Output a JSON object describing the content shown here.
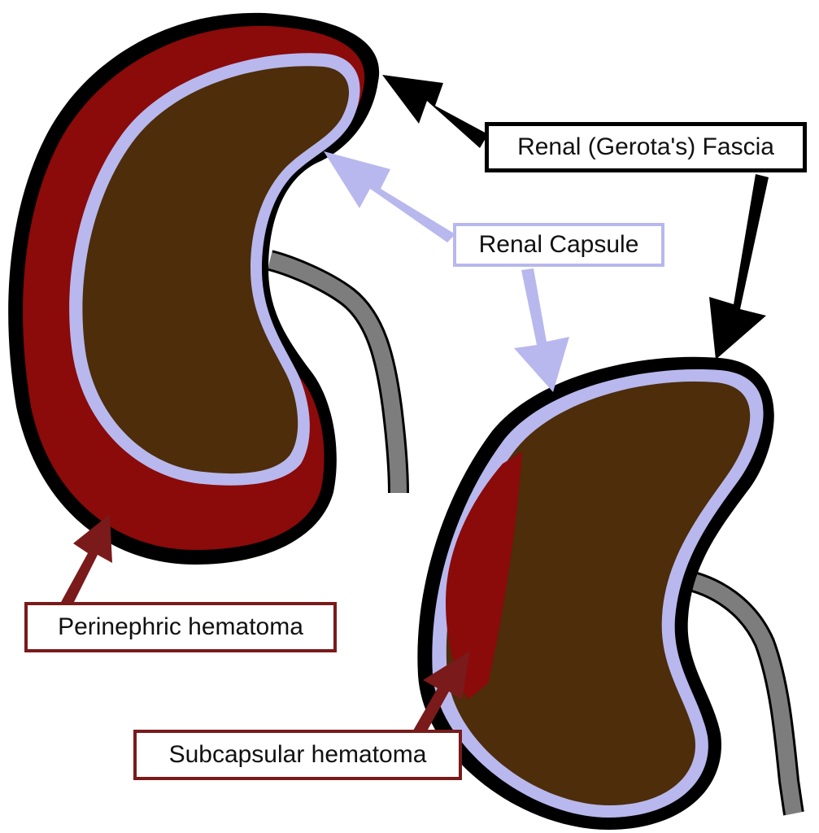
{
  "colors": {
    "fascia": "#000000",
    "capsule": "#b8b8ee",
    "hematoma": "#8b0a0a",
    "kidney": "#4d2d0a",
    "ureter": "#7d7d7d",
    "label_border_hematoma": "#7a1a1a"
  },
  "labels": {
    "fascia": "Renal (Gerota's) Fascia",
    "capsule": "Renal Capsule",
    "perinephric": "Perinephric hematoma",
    "subcapsular": "Subcapsular hematoma"
  }
}
